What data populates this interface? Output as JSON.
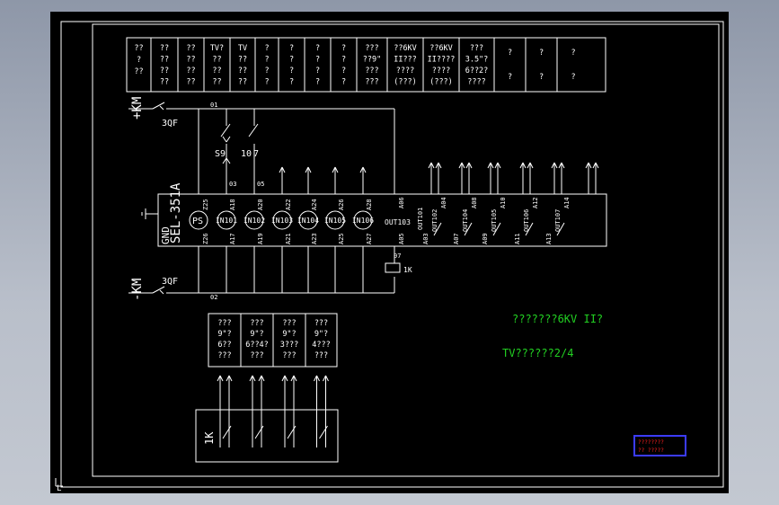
{
  "title_row": [
    [
      "??",
      "?",
      "??"
    ],
    [
      "??",
      "??",
      "??",
      "??"
    ],
    [
      "??",
      "??",
      "??",
      "??"
    ],
    [
      "TV?",
      "??",
      "??",
      "??"
    ],
    [
      "TV",
      "??",
      "??",
      "??"
    ],
    [
      "?",
      "?",
      "?",
      "?"
    ],
    [
      "?",
      "?",
      "?",
      "?"
    ],
    [
      "?",
      "?",
      "?",
      "?"
    ],
    [
      "?",
      "?",
      "?",
      "?"
    ],
    [
      "???",
      "??9\"",
      "???",
      "???"
    ],
    [
      "??6KV",
      "II???",
      "????",
      "(???)"
    ],
    [
      "??6KV",
      "II????",
      "????",
      "(???)"
    ],
    [
      "???",
      "3.5\"?",
      "6??2?",
      "????"
    ],
    [
      "?",
      "?"
    ],
    [
      "?",
      "?"
    ],
    [
      "?",
      "?"
    ]
  ],
  "bus": {
    "pos_label": "+KM",
    "neg_label": "-KM",
    "switch_top": "3QF",
    "switch_bottom": "3QF",
    "node_01": "01",
    "node_02": "02",
    "node_03": "03",
    "node_05": "05",
    "node_07": "07",
    "s9": "S9",
    "k10": "10",
    "q_suffix": "7"
  },
  "device": {
    "name": "SEL-351A",
    "gnd": "GND",
    "ps": "PS",
    "z25": "Z25",
    "z26": "Z26",
    "inputs": [
      {
        "label": "IN101",
        "top": "A18",
        "bottom": "A17"
      },
      {
        "label": "IN102",
        "top": "A20",
        "bottom": "A19"
      },
      {
        "label": "IN103",
        "top": "A22",
        "bottom": "A21"
      },
      {
        "label": "IN104",
        "top": "A24",
        "bottom": "A23"
      },
      {
        "label": "IN105",
        "top": "A26",
        "bottom": "A25"
      },
      {
        "label": "IN106",
        "top": "A28",
        "bottom": "A27"
      }
    ],
    "out103": {
      "label": "OUT103",
      "top": "A06",
      "bottom": "A05"
    },
    "outputs": [
      {
        "label": "OUT102",
        "top": "A04",
        "bottom": "A03"
      },
      {
        "label": "OUT104",
        "top": "A08",
        "bottom": "A07"
      },
      {
        "label": "OUT105",
        "top": "A10",
        "bottom": "A09"
      },
      {
        "label": "OUT106",
        "top": "A12",
        "bottom": "A11"
      },
      {
        "label": "OUT107",
        "top": "A14",
        "bottom": "A13"
      }
    ],
    "out101": "OUT101",
    "coil": "1K"
  },
  "contact_table": [
    [
      "???",
      "9\"?",
      "6??",
      "???"
    ],
    [
      "???",
      "9\"?",
      "6??4?",
      "???"
    ],
    [
      "???",
      "9\"?",
      "3???",
      "???"
    ],
    [
      "???",
      "9\"?",
      "4???",
      "???"
    ]
  ],
  "relay_block_label": "1K",
  "notes": {
    "title": "???????6KV II?",
    "subtitle": "TV??????2/4"
  },
  "stamp": {
    "line1": "????????",
    "line2": "?? ?????"
  },
  "corner_mark": "L",
  "colors": {
    "background": "#000000",
    "line": "#ffffff",
    "note": "#22d022",
    "stamp_border": "#3b3bff",
    "stamp_text": "#ff2020"
  }
}
